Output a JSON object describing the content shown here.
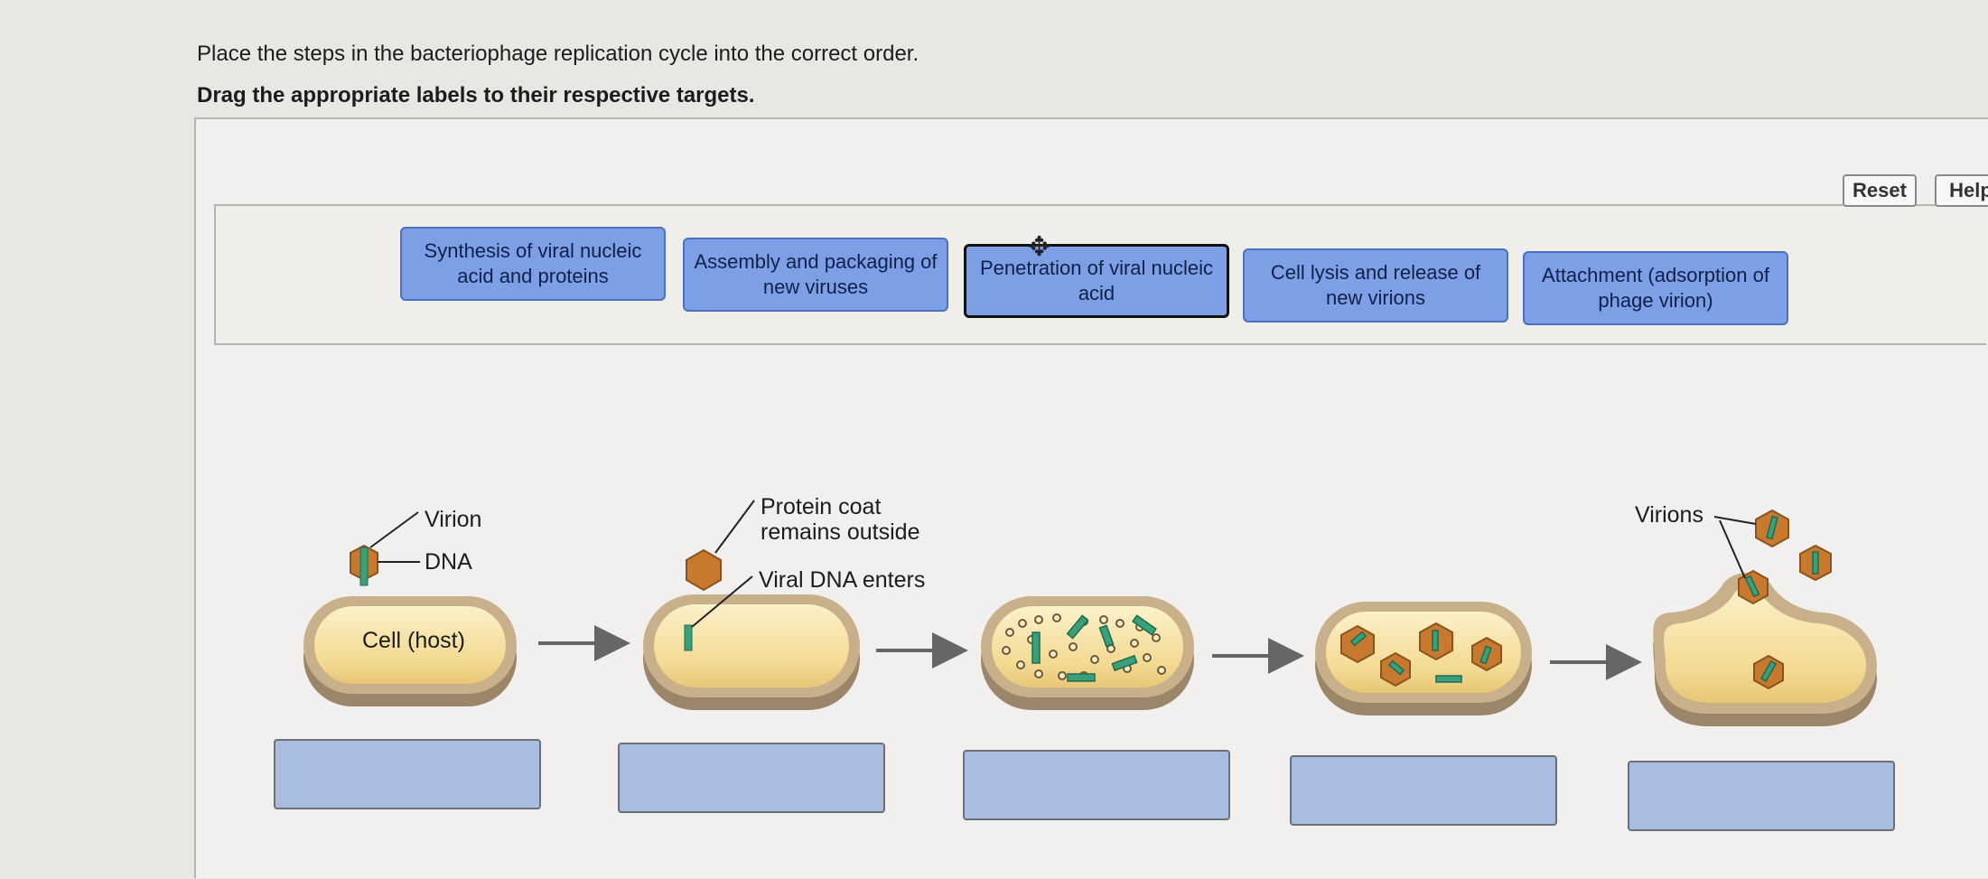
{
  "instructions": {
    "line1": "Place the steps in the bacteriophage replication cycle into the correct order.",
    "line2": "Drag the appropriate labels to their respective targets."
  },
  "toolbar": {
    "reset_label": "Reset",
    "help_label": "Help"
  },
  "labels": [
    {
      "text": "Synthesis of viral nucleic acid and proteins"
    },
    {
      "text": "Assembly and packaging of new viruses"
    },
    {
      "text": "Penetration of viral nucleic acid",
      "state": "selected"
    },
    {
      "text": "Cell lysis and release of new virions"
    },
    {
      "text": "Attachment (adsorption of phage virion)"
    }
  ],
  "diagram": {
    "virion": "Virion",
    "dna": "DNA",
    "cell_host": "Cell (host)",
    "protein_coat_line1": "Protein coat",
    "protein_coat_line2": "remains outside",
    "viral_dna_enters": "Viral DNA enters",
    "virions": "Virions"
  },
  "targets": [
    "",
    "",
    "",
    "",
    ""
  ],
  "icons": [
    "move-cursor-icon",
    "right-arrow-icon"
  ],
  "colors": {
    "label_fill": "#7d9fe6",
    "label_border": "#4a6fc4",
    "target_fill": "#a9bde0",
    "cell_fill": "#f3d992",
    "cell_rim": "#b39a73",
    "capsid": "#c77a2f",
    "viral_dna": "#3aa07a"
  }
}
